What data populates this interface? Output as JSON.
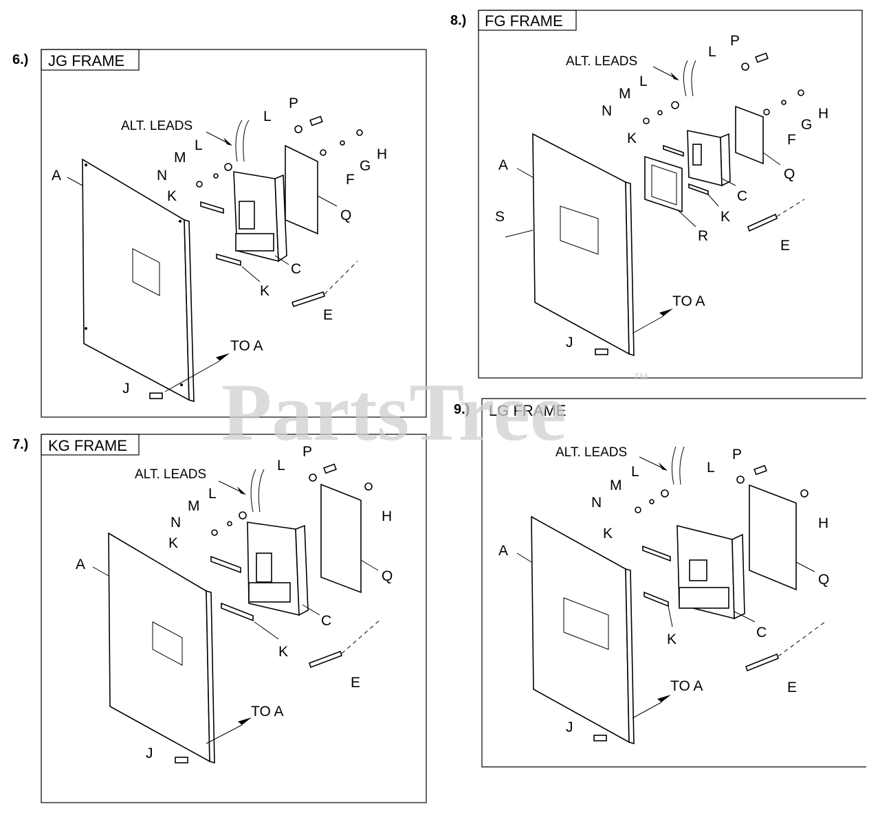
{
  "watermark": {
    "text": "PartsTree",
    "trademark": "TM"
  },
  "panels": [
    {
      "number": "6.)",
      "title": "JG FRAME",
      "labels": {
        "alt_leads": "ALT. LEADS",
        "to_a": "TO A",
        "A": "A",
        "C": "C",
        "E": "E",
        "F": "F",
        "G": "G",
        "H": "H",
        "J": "J",
        "K1": "K",
        "K2": "K",
        "L1": "L",
        "L2": "L",
        "M": "M",
        "N": "N",
        "P": "P",
        "Q": "Q"
      }
    },
    {
      "number": "7.)",
      "title": "KG FRAME",
      "labels": {
        "alt_leads": "ALT. LEADS",
        "to_a": "TO A",
        "A": "A",
        "C": "C",
        "E": "E",
        "H": "H",
        "J": "J",
        "K1": "K",
        "K2": "K",
        "L1": "L",
        "L2": "L",
        "M": "M",
        "N": "N",
        "P": "P",
        "Q": "Q"
      }
    },
    {
      "number": "8.)",
      "title": "FG FRAME",
      "labels": {
        "alt_leads": "ALT. LEADS",
        "to_a": "TO A",
        "A": "A",
        "C": "C",
        "E": "E",
        "F": "F",
        "G": "G",
        "H": "H",
        "J": "J",
        "K1": "K",
        "K2": "K",
        "L1": "L",
        "L2": "L",
        "M": "M",
        "N": "N",
        "P": "P",
        "Q": "Q",
        "R": "R",
        "S": "S"
      }
    },
    {
      "number": "9.)",
      "title": "LG FRAME",
      "labels": {
        "alt_leads": "ALT. LEADS",
        "to_a": "TO A",
        "A": "A",
        "C": "C",
        "E": "E",
        "H": "H",
        "J": "J",
        "K1": "K",
        "K2": "K",
        "L1": "L",
        "L2": "L",
        "M": "M",
        "N": "N",
        "P": "P",
        "Q": "Q"
      }
    }
  ]
}
